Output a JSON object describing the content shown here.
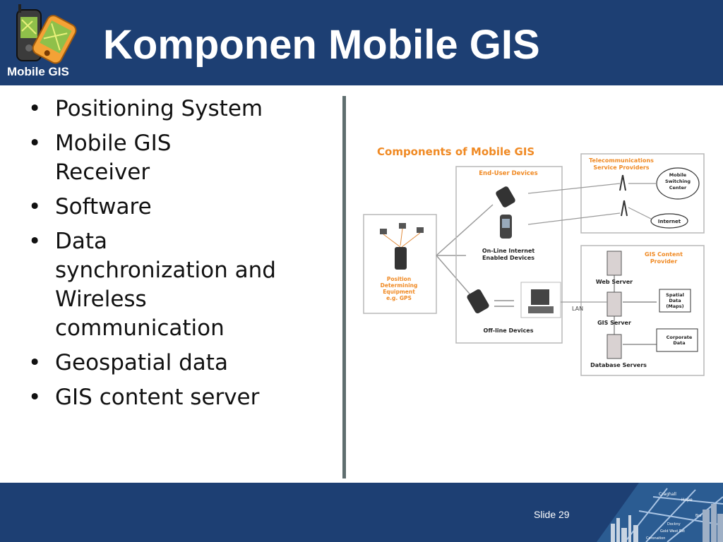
{
  "header": {
    "logo_text": "Mobile GIS",
    "title": "Komponen Mobile GIS"
  },
  "bullets": [
    "Positioning System",
    "Mobile GIS Receiver",
    "Software",
    "Data synchronization and Wireless communication",
    "Geospatial data",
    "GIS content server"
  ],
  "diagram": {
    "title": "Components of Mobile GIS",
    "telecom_label": "Telecommunications Service Providers",
    "mobile_switching": "Mobile Switching Center",
    "internet": "Internet",
    "end_user_devices": "End-User Devices",
    "online_devices": "On-Line Internet Enabled Devices",
    "offline_devices": "Off-line Devices",
    "lan": "LAN",
    "positioning": "Position Determining Equipment e.g. GPS",
    "gis_content_provider": "GIS Content Provider",
    "web_server": "Web Server",
    "gis_server": "GIS Server",
    "database_servers": "Database Servers",
    "spatial_data": "Spatial Data (Maps)",
    "corporate_data": "Corporate Data"
  },
  "footer": {
    "slide_number": "Slide 29",
    "map_labels": [
      "Craghall",
      "Hope",
      "Dockny",
      "Bro",
      "Gold West Ext",
      "Coronation"
    ]
  },
  "colors": {
    "header_bg": "#1d3f73",
    "diagram_orange": "#f08a24",
    "divider": "#5f6e6f"
  }
}
